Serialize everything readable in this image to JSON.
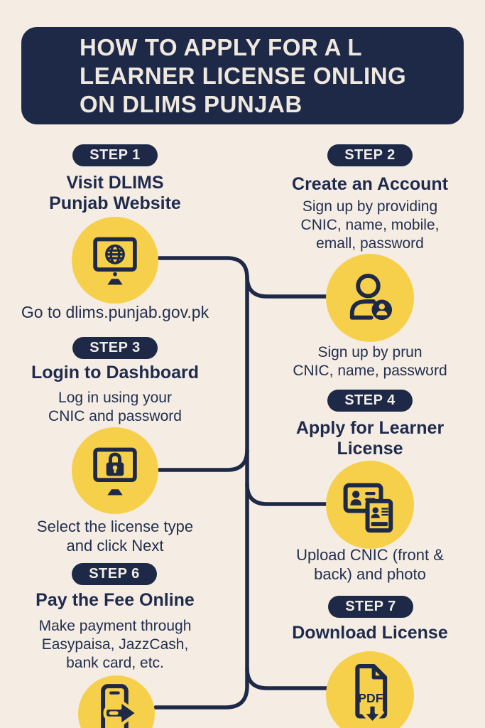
{
  "colors": {
    "background": "#f5ede3",
    "navy": "#1e2947",
    "yellow": "#f7d04b",
    "header_text": "#efe8de",
    "pill_text": "#f2efe9"
  },
  "header": {
    "title_lines": [
      "HOW TO APPLY FOR A L",
      "LEARNER LICENSE ONLING",
      "ON DLIMS PUNJAB"
    ]
  },
  "steps": {
    "s1": {
      "badge": "STEP 1",
      "title1": "Visit DLIMS",
      "title2": "Punjab Website",
      "caption1": "Go to dlims.punjab.gov.pk",
      "icon": "monitor-globe-icon"
    },
    "s2": {
      "badge": "STEP 2",
      "title1": "Create an Account",
      "desc1": "Sign up by providing",
      "desc2": "CNIC, name, mobile,",
      "desc3": "emall, password",
      "caption1": "Sign up by prun",
      "caption2": "CNIC, name, passwʊrd",
      "icon": "user-badge-icon"
    },
    "s3": {
      "badge": "STEP 3",
      "title1": "Login to Dashboard",
      "desc1": "Log in using your",
      "desc2": "CNIC and password",
      "caption1": "Select the license type",
      "caption2": "and click Next",
      "icon": "monitor-lock-icon"
    },
    "s4": {
      "badge": "STEP 4",
      "title1": "Apply for Learner",
      "title2": "License",
      "caption1": "Upload CNIC (front &",
      "caption2": "back) and photo",
      "icon": "id-cards-icon"
    },
    "s6": {
      "badge": "STEP 6",
      "title1": "Pay the Fee Online",
      "desc1": "Make payment through",
      "desc2": "Easypaisa, JazzCash,",
      "desc3": "bank card, etc.",
      "icon": "phone-arrow-icon"
    },
    "s7": {
      "badge": "STEP 7",
      "title1": "Download License",
      "icon": "pdf-download-icon",
      "icon_label": "PDF"
    }
  }
}
